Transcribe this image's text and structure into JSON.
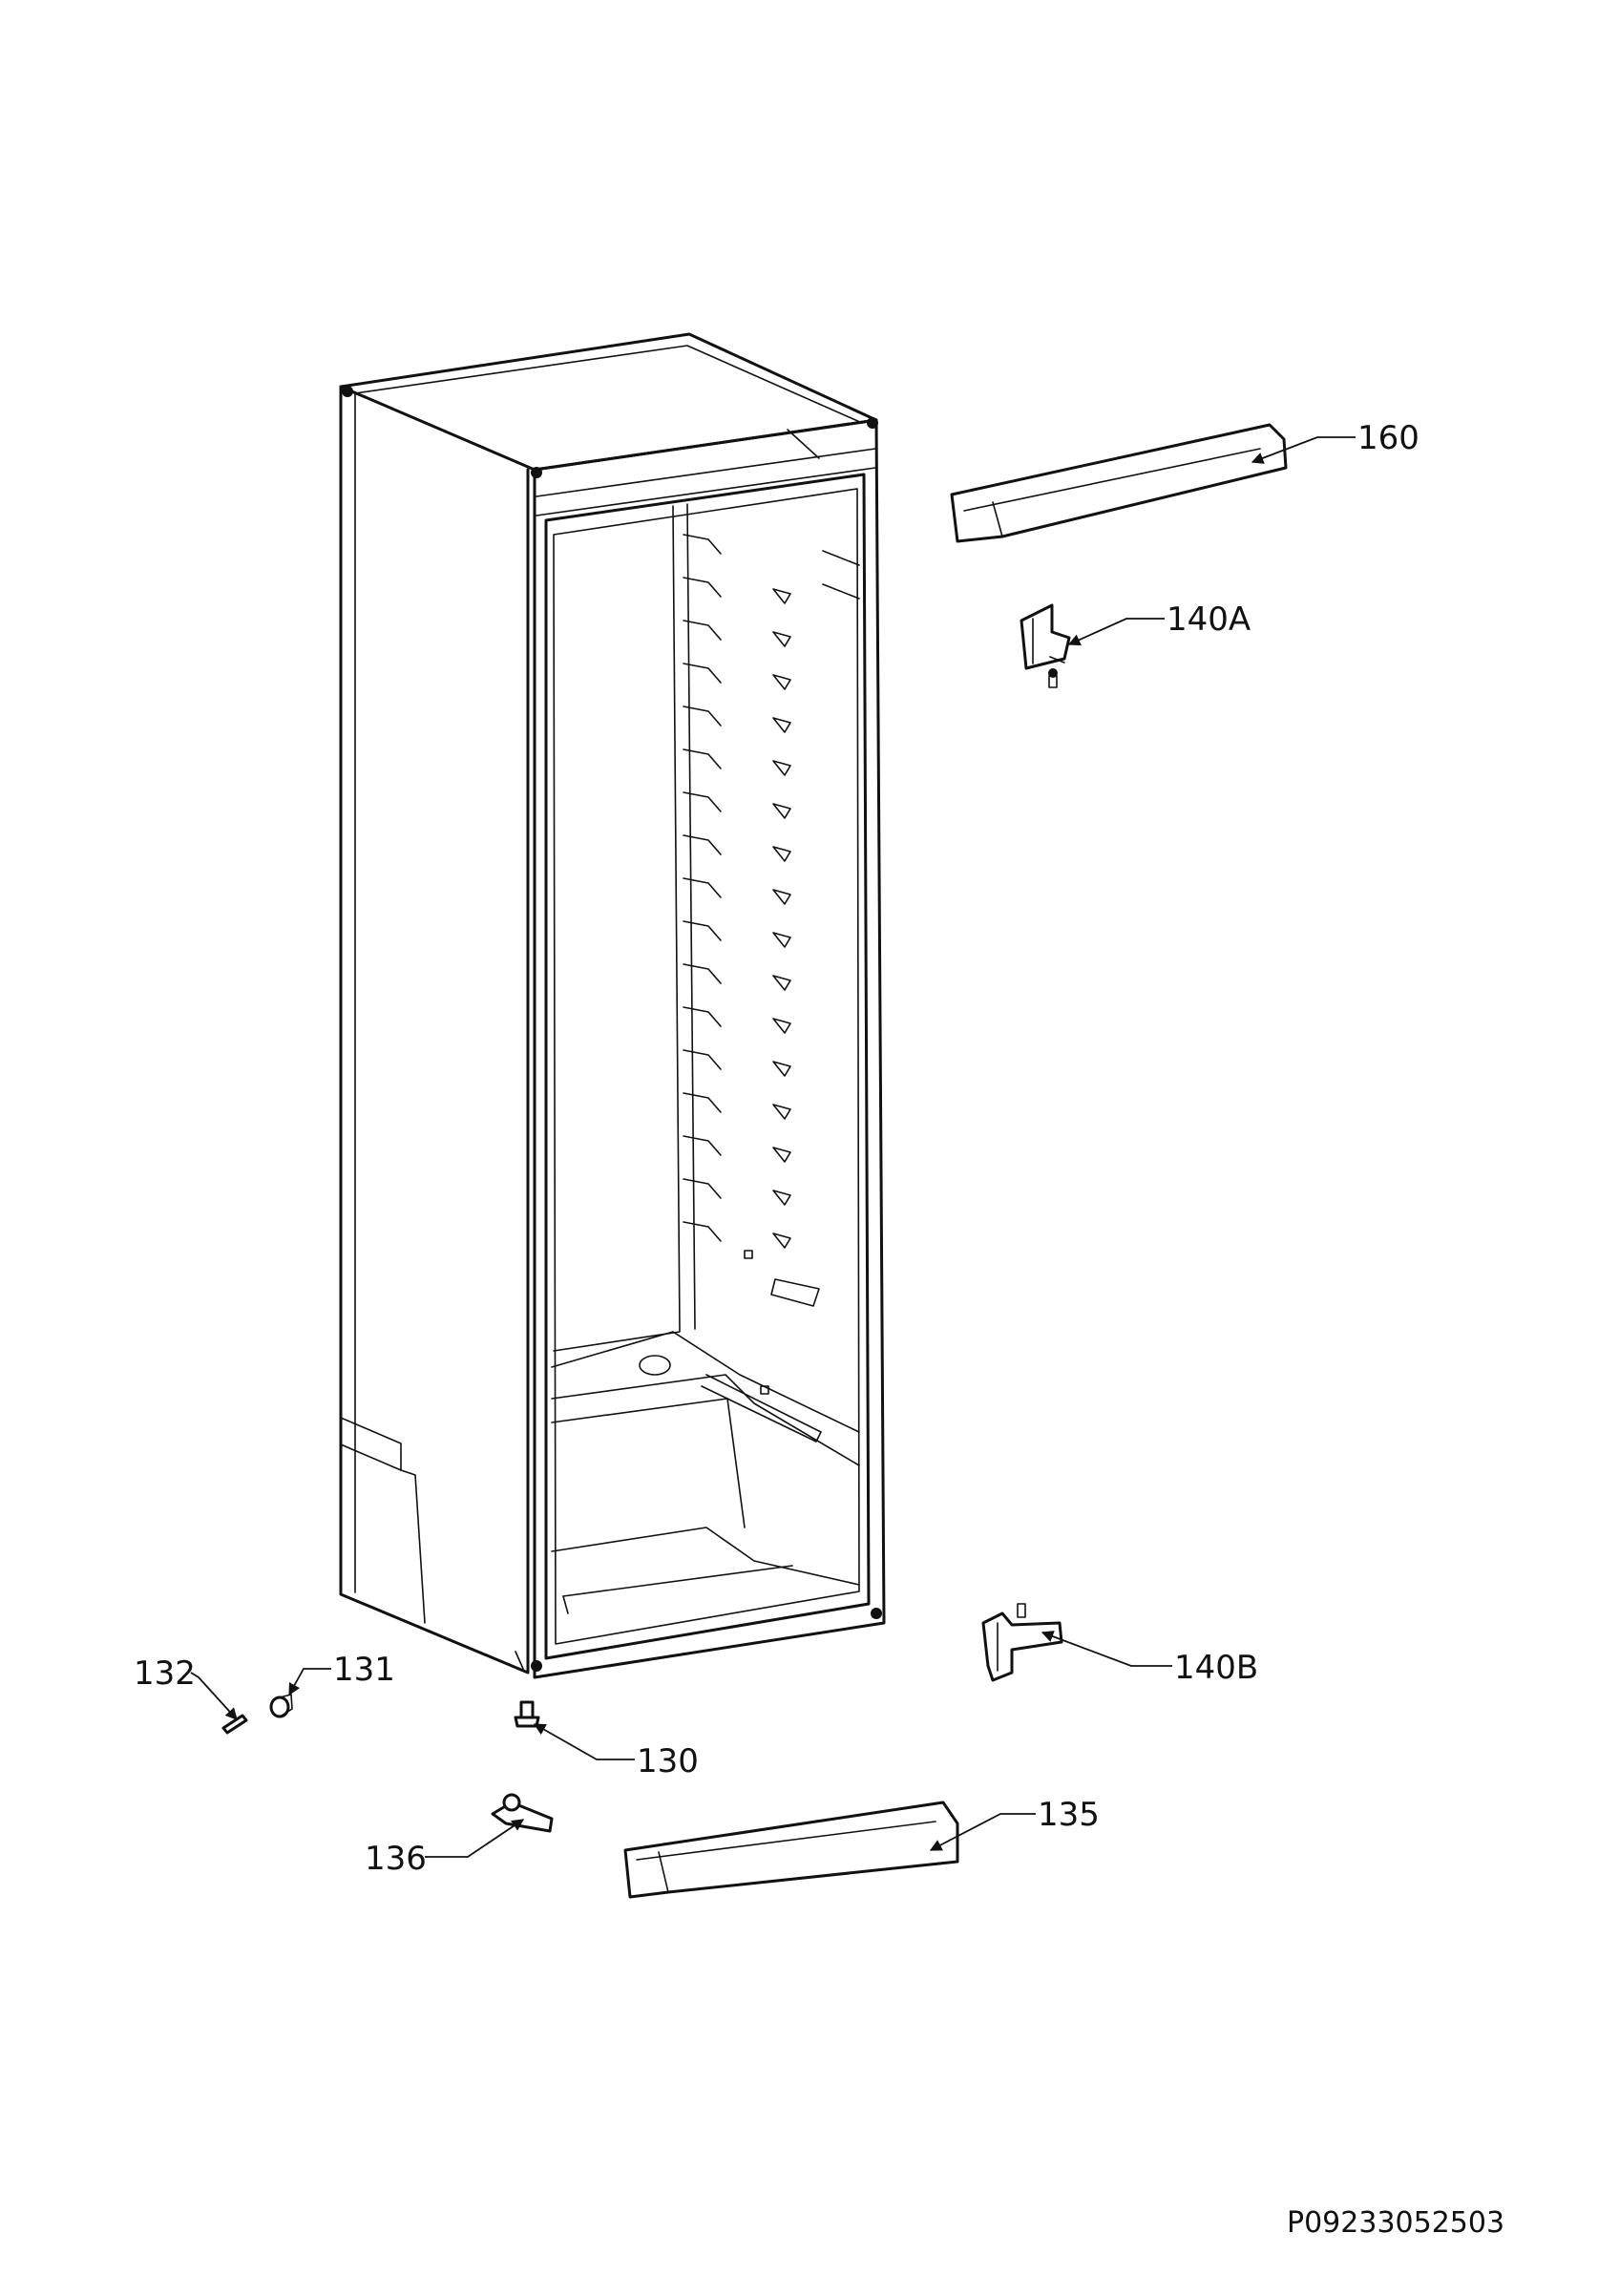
{
  "diagram": {
    "document_id": "P09233052503",
    "callouts": {
      "c160": "160",
      "c140a": "140A",
      "c140b": "140B",
      "c131": "131",
      "c132": "132",
      "c130": "130",
      "c135": "135",
      "c136": "136"
    }
  }
}
